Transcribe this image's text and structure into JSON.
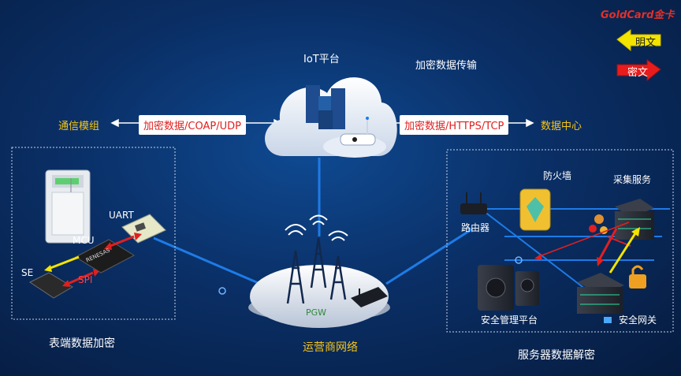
{
  "brand": {
    "logo_text": "GoldCard金卡",
    "color": "#e0302a"
  },
  "legend": {
    "plaintext": "明文",
    "ciphertext": "密文",
    "plain_color": "#f3e400",
    "cipher_color": "#e81c1c"
  },
  "top": {
    "platform": "IoT平台",
    "transmission": "加密数据传输"
  },
  "left_link": {
    "module": "通信模组",
    "label": "加密数据/COAP/UDP"
  },
  "right_link": {
    "label": "加密数据/HTTPS/TCP",
    "center": "数据中心"
  },
  "meter": {
    "uart": "UART",
    "mcu": "MCU",
    "se": "SE",
    "spi": "SPI",
    "chip": "RENESAS",
    "caption": "表端数据加密"
  },
  "network": {
    "pgw": "PGW",
    "caption": "运营商网络"
  },
  "server": {
    "router": "路由器",
    "firewall": "防火墙",
    "collect": "采集服务",
    "mgmt": "安全管理平台",
    "gateway": "安全网关",
    "caption": "服务器数据解密"
  },
  "colors": {
    "link": "#1e7be6",
    "accent_yellow": "#f5c518",
    "red": "#e02020"
  }
}
